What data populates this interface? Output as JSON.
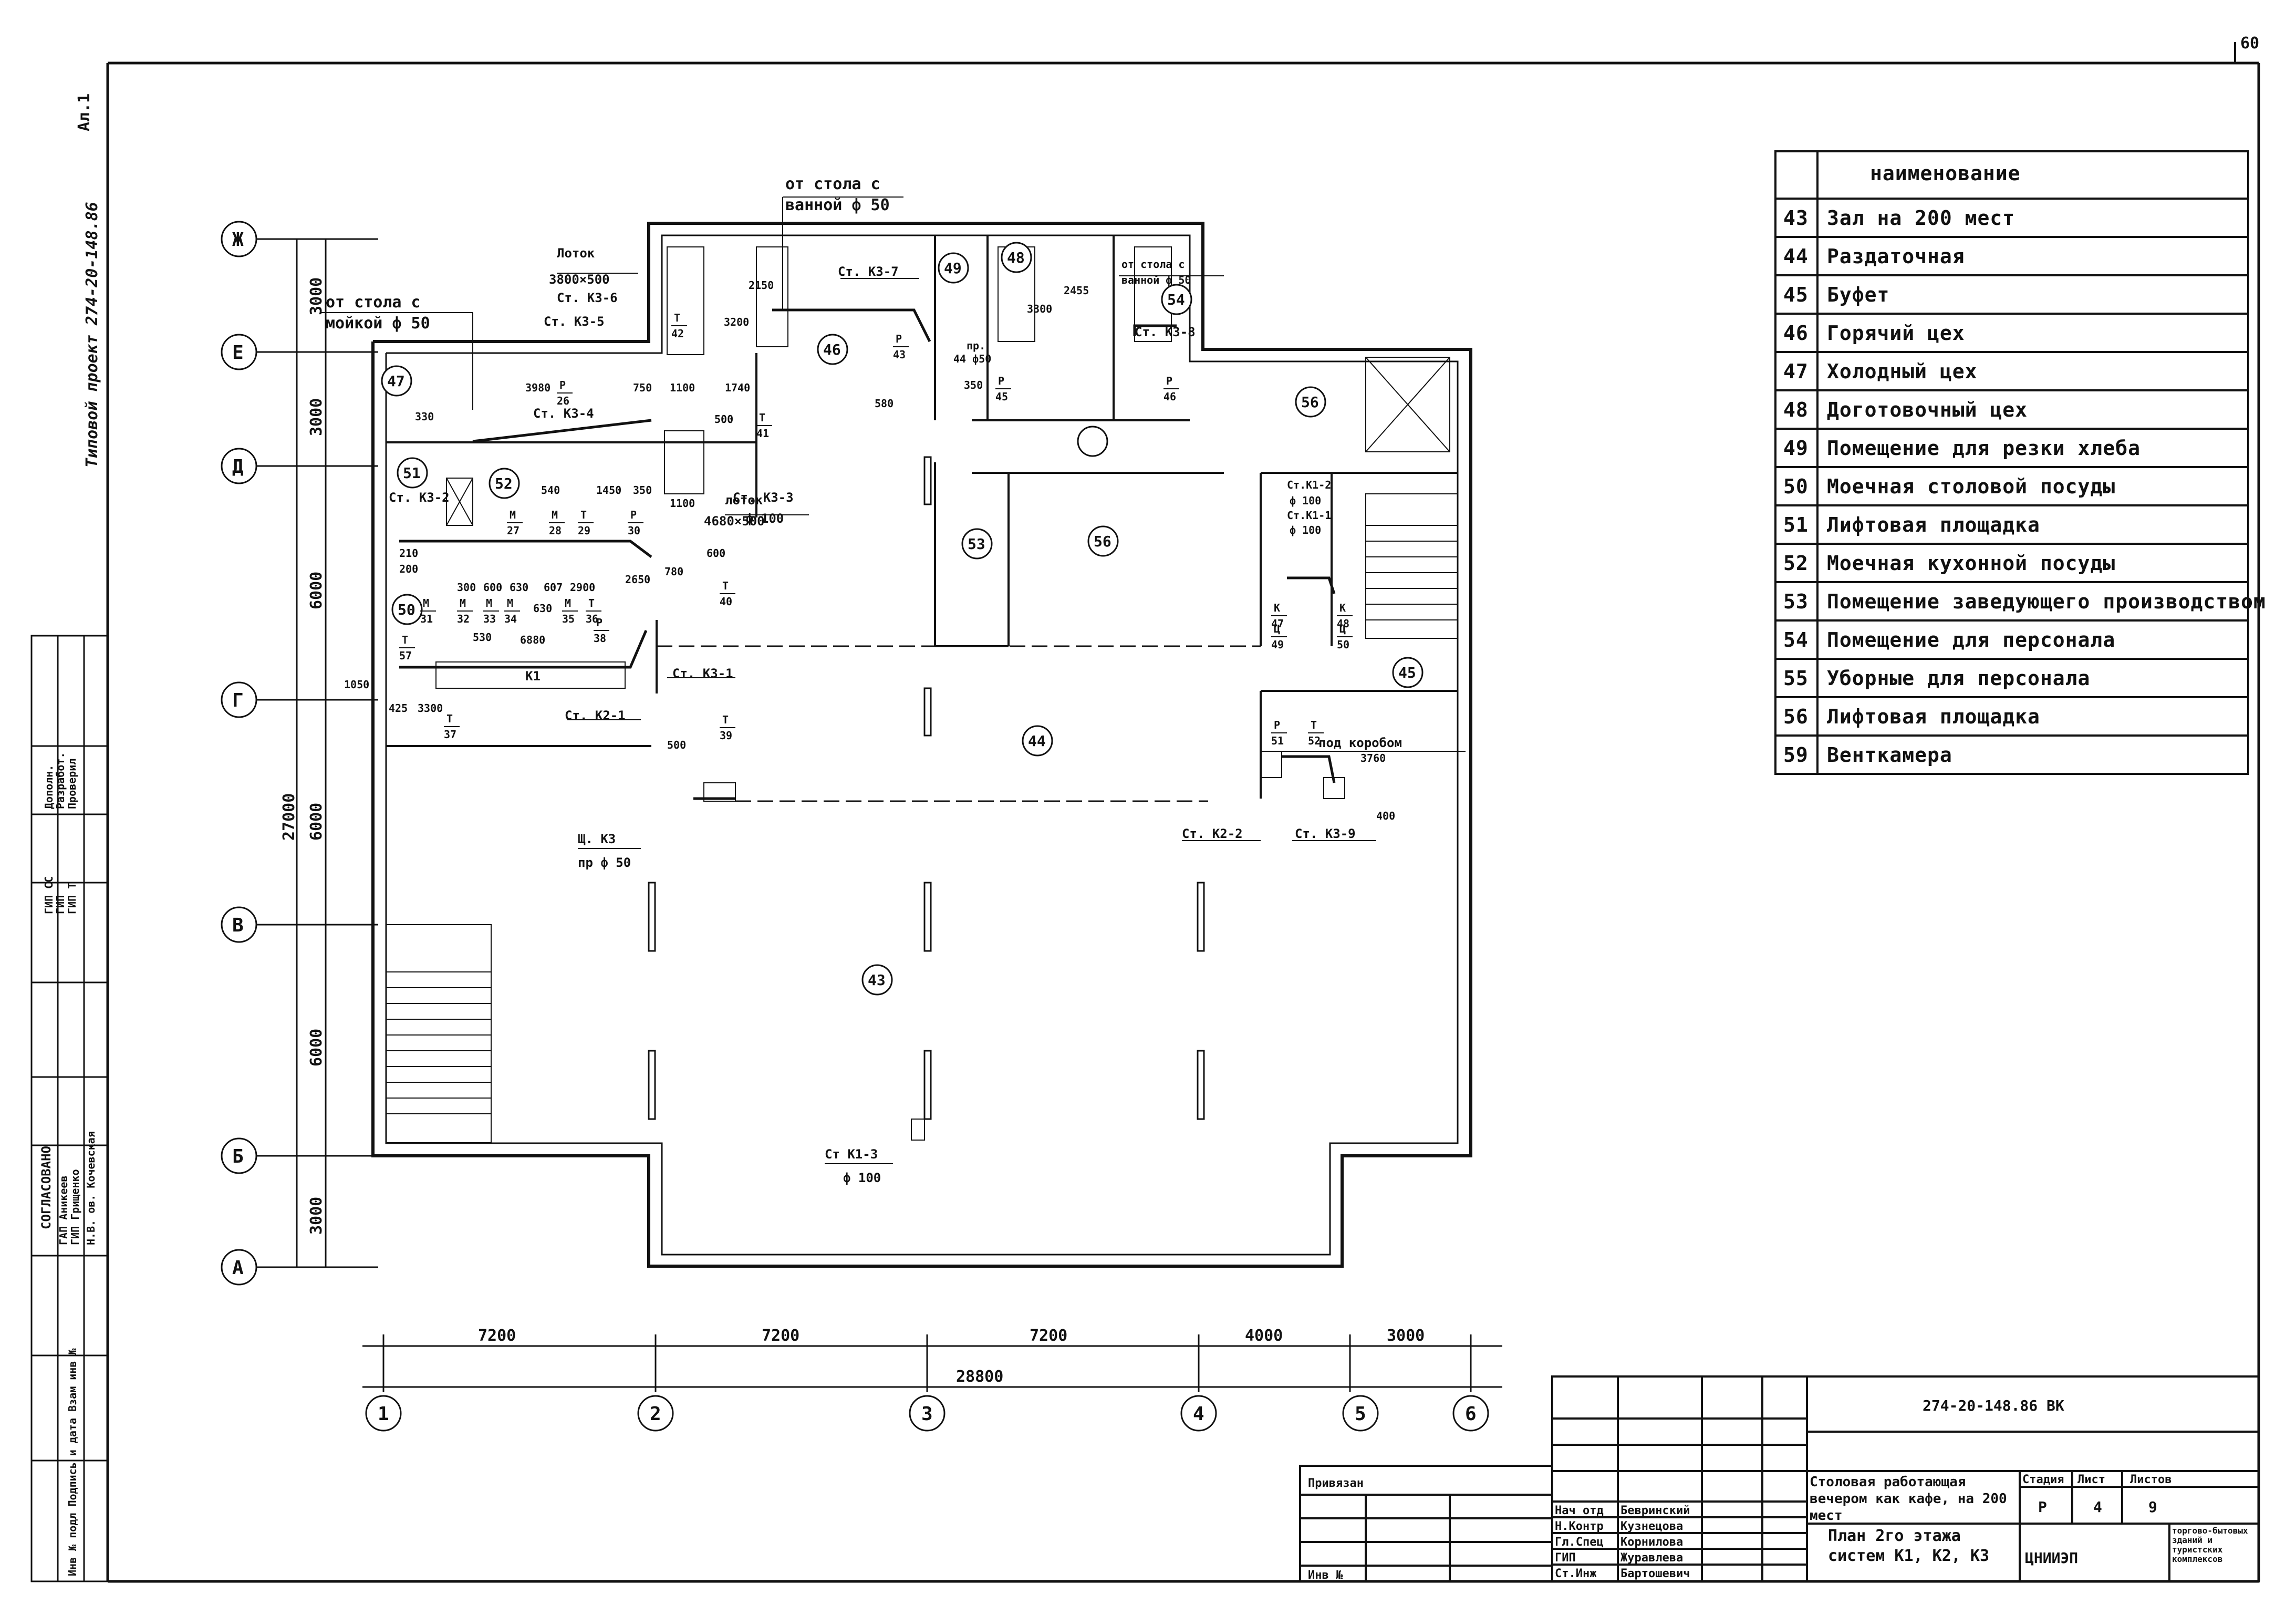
{
  "sheet": {
    "page_number": "60",
    "sheet_mark": "Ал.1",
    "project_ref": "Типовой проект 274-20-148.86"
  },
  "plan": {
    "axes_letters": [
      "Ж",
      "Е",
      "Д",
      "Г",
      "В",
      "Б",
      "А"
    ],
    "axes_numbers": [
      "1",
      "2",
      "3",
      "4",
      "5",
      "6"
    ],
    "dims_horizontal": [
      "7200",
      "7200",
      "7200",
      "4000",
      "3000"
    ],
    "dim_total_horizontal": "28800",
    "dims_vertical": [
      "3000",
      "3000",
      "6000",
      "6000",
      "6000",
      "3000"
    ],
    "dim_total_vertical": "27000",
    "rooms": [
      "43",
      "44",
      "45",
      "46",
      "47",
      "48",
      "49",
      "50",
      "51",
      "52",
      "53",
      "54",
      "56",
      "56"
    ],
    "labels": {
      "sink_ot_stola_1": "от стола с",
      "sink_moikoi": "мойкой ф 50",
      "sink_ot_stola_2": "от стола с",
      "sink_vannoi": "ванной ф 50",
      "sink_ot_stola_3": "от стола с",
      "sink_vannoi_3": "ванной ф 50",
      "lotok1": "Лоток",
      "lotok1_size": "3800×500",
      "lotok2": "лоток",
      "lotok2_size": "4680×500",
      "st_k3_6a": "Ст. К3-6",
      "st_k3_5": "Ст. К3-5",
      "st_k3_4": "Ст. К3-4",
      "st_k3_2": "Ст. К3-2",
      "st_k3_3": "Ст. К3-3",
      "st_k3_3_dia": "ф 100",
      "st_k3_7": "Ст. К3-7",
      "st_k3_8": "Ст. К3-8",
      "st_k3_1": "Ст. К3-1",
      "st_k2_1": "Ст. К2-1",
      "st_k2_2": "Ст. К2-2",
      "st_k3_9": "Ст. К3-9",
      "st_k1_2": "Ст.К1-2",
      "st_k1_2_dia": "ф 100",
      "st_k1_1": "Ст.К1-1",
      "st_k1_1_dia": "ф 100",
      "st_k1_3": "Ст К1-3",
      "st_k1_3_dia": "ф 100",
      "shch_k3": "Щ. К3",
      "shch_k3_pr": "пр ф 50",
      "pod_korobom": "под коробом",
      "k1": "К1",
      "p44": "44 ф50",
      "pr": "пр."
    },
    "fractions": [
      [
        "Т",
        "42"
      ],
      [
        "Р",
        "43"
      ],
      [
        "Т",
        "41"
      ],
      [
        "Р",
        "26"
      ],
      [
        "Р",
        "45"
      ],
      [
        "Р",
        "46"
      ],
      [
        "М",
        "27"
      ],
      [
        "М",
        "28"
      ],
      [
        "Т",
        "29"
      ],
      [
        "Р",
        "30"
      ],
      [
        "Т",
        "40"
      ],
      [
        "М",
        "31"
      ],
      [
        "М",
        "32"
      ],
      [
        "М",
        "33"
      ],
      [
        "М",
        "34"
      ],
      [
        "М",
        "35"
      ],
      [
        "Т",
        "36"
      ],
      [
        "Р",
        "38"
      ],
      [
        "Т",
        "37"
      ],
      [
        "Т",
        "39"
      ],
      [
        "Р",
        "51"
      ],
      [
        "Т",
        "52"
      ],
      [
        "К",
        "47"
      ],
      [
        "К",
        "48"
      ],
      [
        "Ц",
        "49"
      ],
      [
        "Ц",
        "50"
      ],
      [
        "Т",
        "57"
      ]
    ],
    "dims_interior": [
      "3980",
      "750",
      "1100",
      "1740",
      "330",
      "500",
      "540",
      "1450",
      "350",
      "1100",
      "600",
      "210",
      "200",
      "300",
      "600",
      "630",
      "630",
      "607",
      "2900",
      "6880",
      "530",
      "2650",
      "780",
      "500",
      "2150",
      "3200",
      "2455",
      "3300",
      "350",
      "580",
      "1050",
      "425",
      "3300",
      "3760",
      "400"
    ]
  },
  "legend": {
    "header": "наименование",
    "rows": [
      {
        "num": "43",
        "name": "Зал на 200 мест"
      },
      {
        "num": "44",
        "name": "Раздаточная"
      },
      {
        "num": "45",
        "name": "Буфет"
      },
      {
        "num": "46",
        "name": "Горячий цех"
      },
      {
        "num": "47",
        "name": "Холодный цех"
      },
      {
        "num": "48",
        "name": "Доготовочный цех"
      },
      {
        "num": "49",
        "name": "Помещение для резки хлеба"
      },
      {
        "num": "50",
        "name": "Моечная столовой посуды"
      },
      {
        "num": "51",
        "name": "Лифтовая площадка"
      },
      {
        "num": "52",
        "name": "Моечная кухонной посуды"
      },
      {
        "num": "53",
        "name": "Помещение заведующего производством"
      },
      {
        "num": "54",
        "name": "Помещение для персонала"
      },
      {
        "num": "55",
        "name": "Уборные для персонала"
      },
      {
        "num": "56",
        "name": "Лифтовая площадка"
      },
      {
        "num": "59",
        "name": "Венткамера"
      }
    ]
  },
  "left_stamp": {
    "roles": [
      "Дополн.",
      "Разработ.",
      "Проверил"
    ],
    "gip": [
      "ГИП СС",
      "ГИП",
      "ГИП Т"
    ],
    "agreed_title": "СОГЛАСОВАНО",
    "agreed_rows": [
      "ГАП Аникеев",
      "ГИП Грищенко",
      "Н.В. ов. Кочевская"
    ],
    "bottom": "Инв № подл  Подпись и дата  Взам инв №"
  },
  "title_block": {
    "code": "274-20-148.86 ВК",
    "privyazan": "Привязан",
    "inv": "Инв №",
    "staff": [
      {
        "role": "Нач отд",
        "name": "Бевринский"
      },
      {
        "role": "Н.Контр",
        "name": "Кузнецова"
      },
      {
        "role": "Гл.Спец",
        "name": "Корнилова"
      },
      {
        "role": "ГИП",
        "name": "Журавлева"
      },
      {
        "role": "Ст.Инж",
        "name": "Бартошевич"
      }
    ],
    "object_title": "Столовая работающая вечером как кафе, на 200 мест",
    "sheet_title": "План 2го этажа систем К1, К2, К3",
    "stage_label": "Стадия",
    "sheet_label": "Лист",
    "sheets_label": "Листов",
    "stage": "Р",
    "sheet": "4",
    "sheets": "9",
    "org": "ЦНИИЭП",
    "org_desc": "торгово-бытовых зданий и туристских комплексов"
  }
}
